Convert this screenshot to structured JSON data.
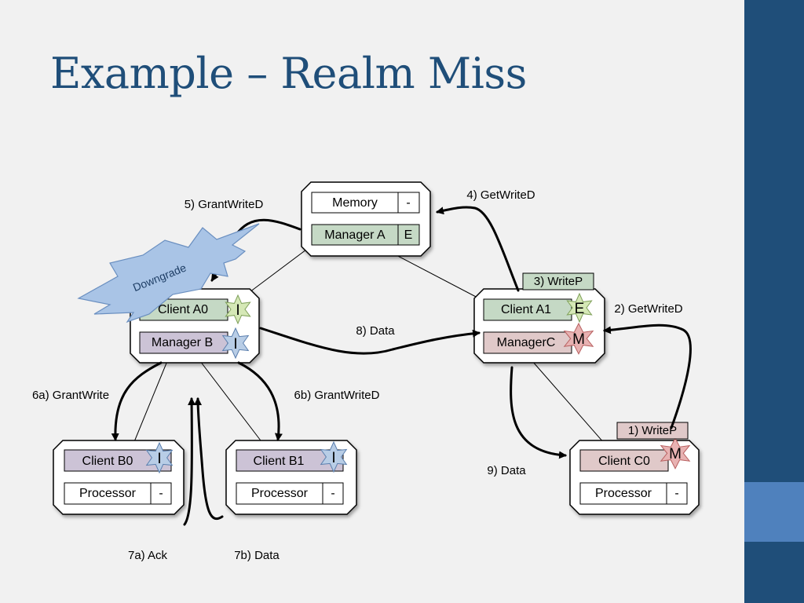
{
  "slide": {
    "title": "Example – Realm Miss",
    "colors": {
      "title": "#1f4e79",
      "sidebar": "#1f4e79",
      "sidebar_accent": "#4f81bd"
    }
  },
  "nodes": {
    "memory_node": {
      "row1": "Memory",
      "row1_state": "-",
      "row2": "Manager A",
      "row2_state": "E"
    },
    "node_a0": {
      "row1": "Client A0",
      "row1_state": "I",
      "row2": "Manager B",
      "row2_state": "I"
    },
    "node_a1": {
      "row1": "Client A1",
      "row1_state": "E",
      "row2": "ManagerC",
      "row2_state": "M"
    },
    "node_b0": {
      "row1": "Client B0",
      "row1_state": "I",
      "row2": "Processor",
      "row2_state": "-"
    },
    "node_b1": {
      "row1": "Client B1",
      "row1_state": "I",
      "row2": "Processor",
      "row2_state": "-"
    },
    "node_c0": {
      "row1": "Client C0",
      "row1_state": "M",
      "row2": "Processor",
      "row2_state": "-"
    }
  },
  "messages": {
    "m1": "1) WriteP",
    "m2": "2) GetWriteD",
    "m3": "3) WriteP",
    "m4": "4) GetWriteD",
    "m5": "5) GrantWriteD",
    "m6a": "6a) GrantWrite",
    "m6b": "6b) GrantWriteD",
    "m7a": "7a) Ack",
    "m7b": "7b) Data",
    "m8": "8) Data",
    "m9": "9) Data"
  },
  "callout": {
    "text": "Downgrade"
  }
}
